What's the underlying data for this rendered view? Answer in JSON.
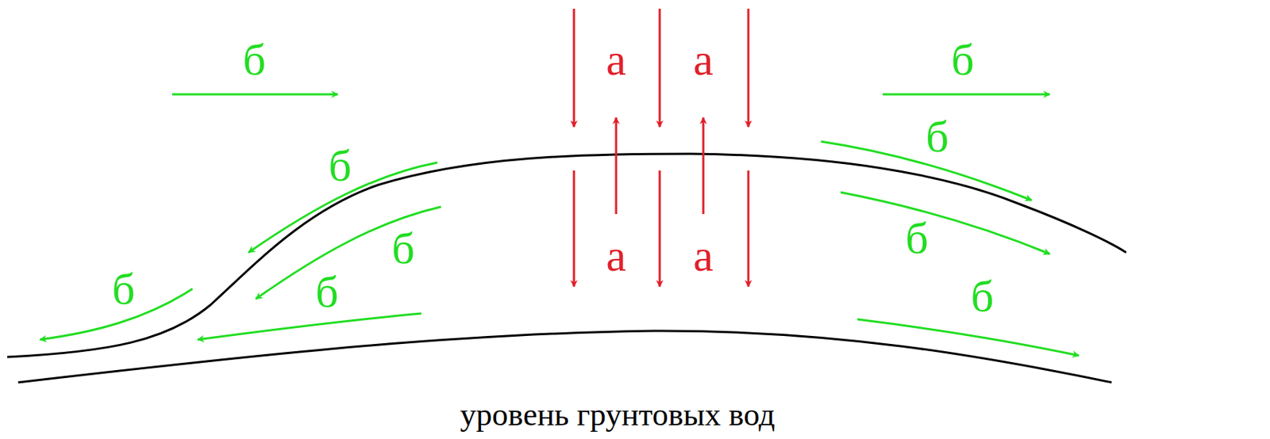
{
  "diagram": {
    "labels": [
      "б",
      "а",
      "а",
      "б",
      "б",
      "б",
      "б",
      "а",
      "а",
      "б",
      "б",
      "б",
      "б",
      "уровень грунтовых вод"
    ]
  }
}
